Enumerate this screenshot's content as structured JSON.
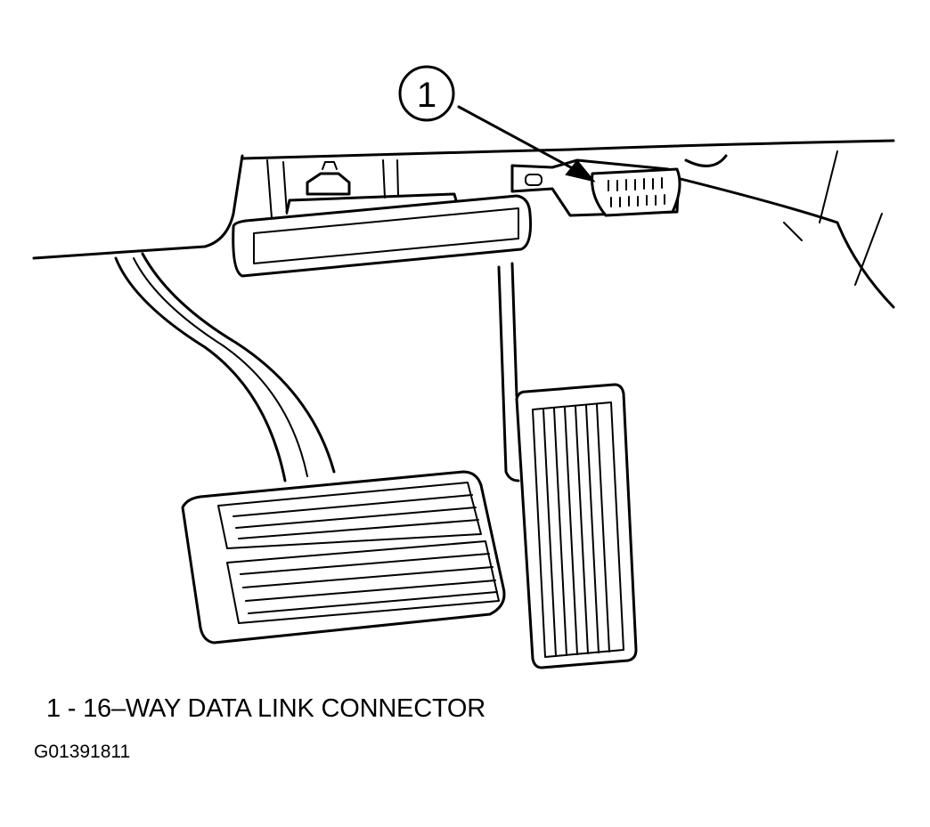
{
  "callout": {
    "number": "1"
  },
  "legend": {
    "text": "1 - 16–WAY DATA LINK CONNECTOR"
  },
  "figure": {
    "id": "G01391811"
  }
}
